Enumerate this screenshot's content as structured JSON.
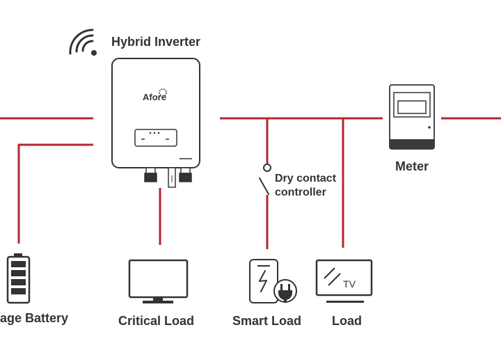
{
  "colors": {
    "wire": "#b3282d",
    "stroke": "#333333",
    "meter_base": "#3a3a3a"
  },
  "labels": {
    "hybrid_inverter": "Hybrid Inverter",
    "meter": "Meter",
    "dry_contact_line1": "Dry contact",
    "dry_contact_line2": "controller",
    "storage_battery": "age Battery",
    "critical_load": "Critical Load",
    "smart_load": "Smart Load",
    "load": "Load",
    "inverter_brand": "Afore",
    "tv_text": "TV"
  },
  "icons": [
    "wifi-icon",
    "inverter-icon",
    "meter-icon",
    "battery-icon",
    "monitor-icon",
    "smart-load-icon",
    "tv-icon",
    "switch-icon"
  ]
}
